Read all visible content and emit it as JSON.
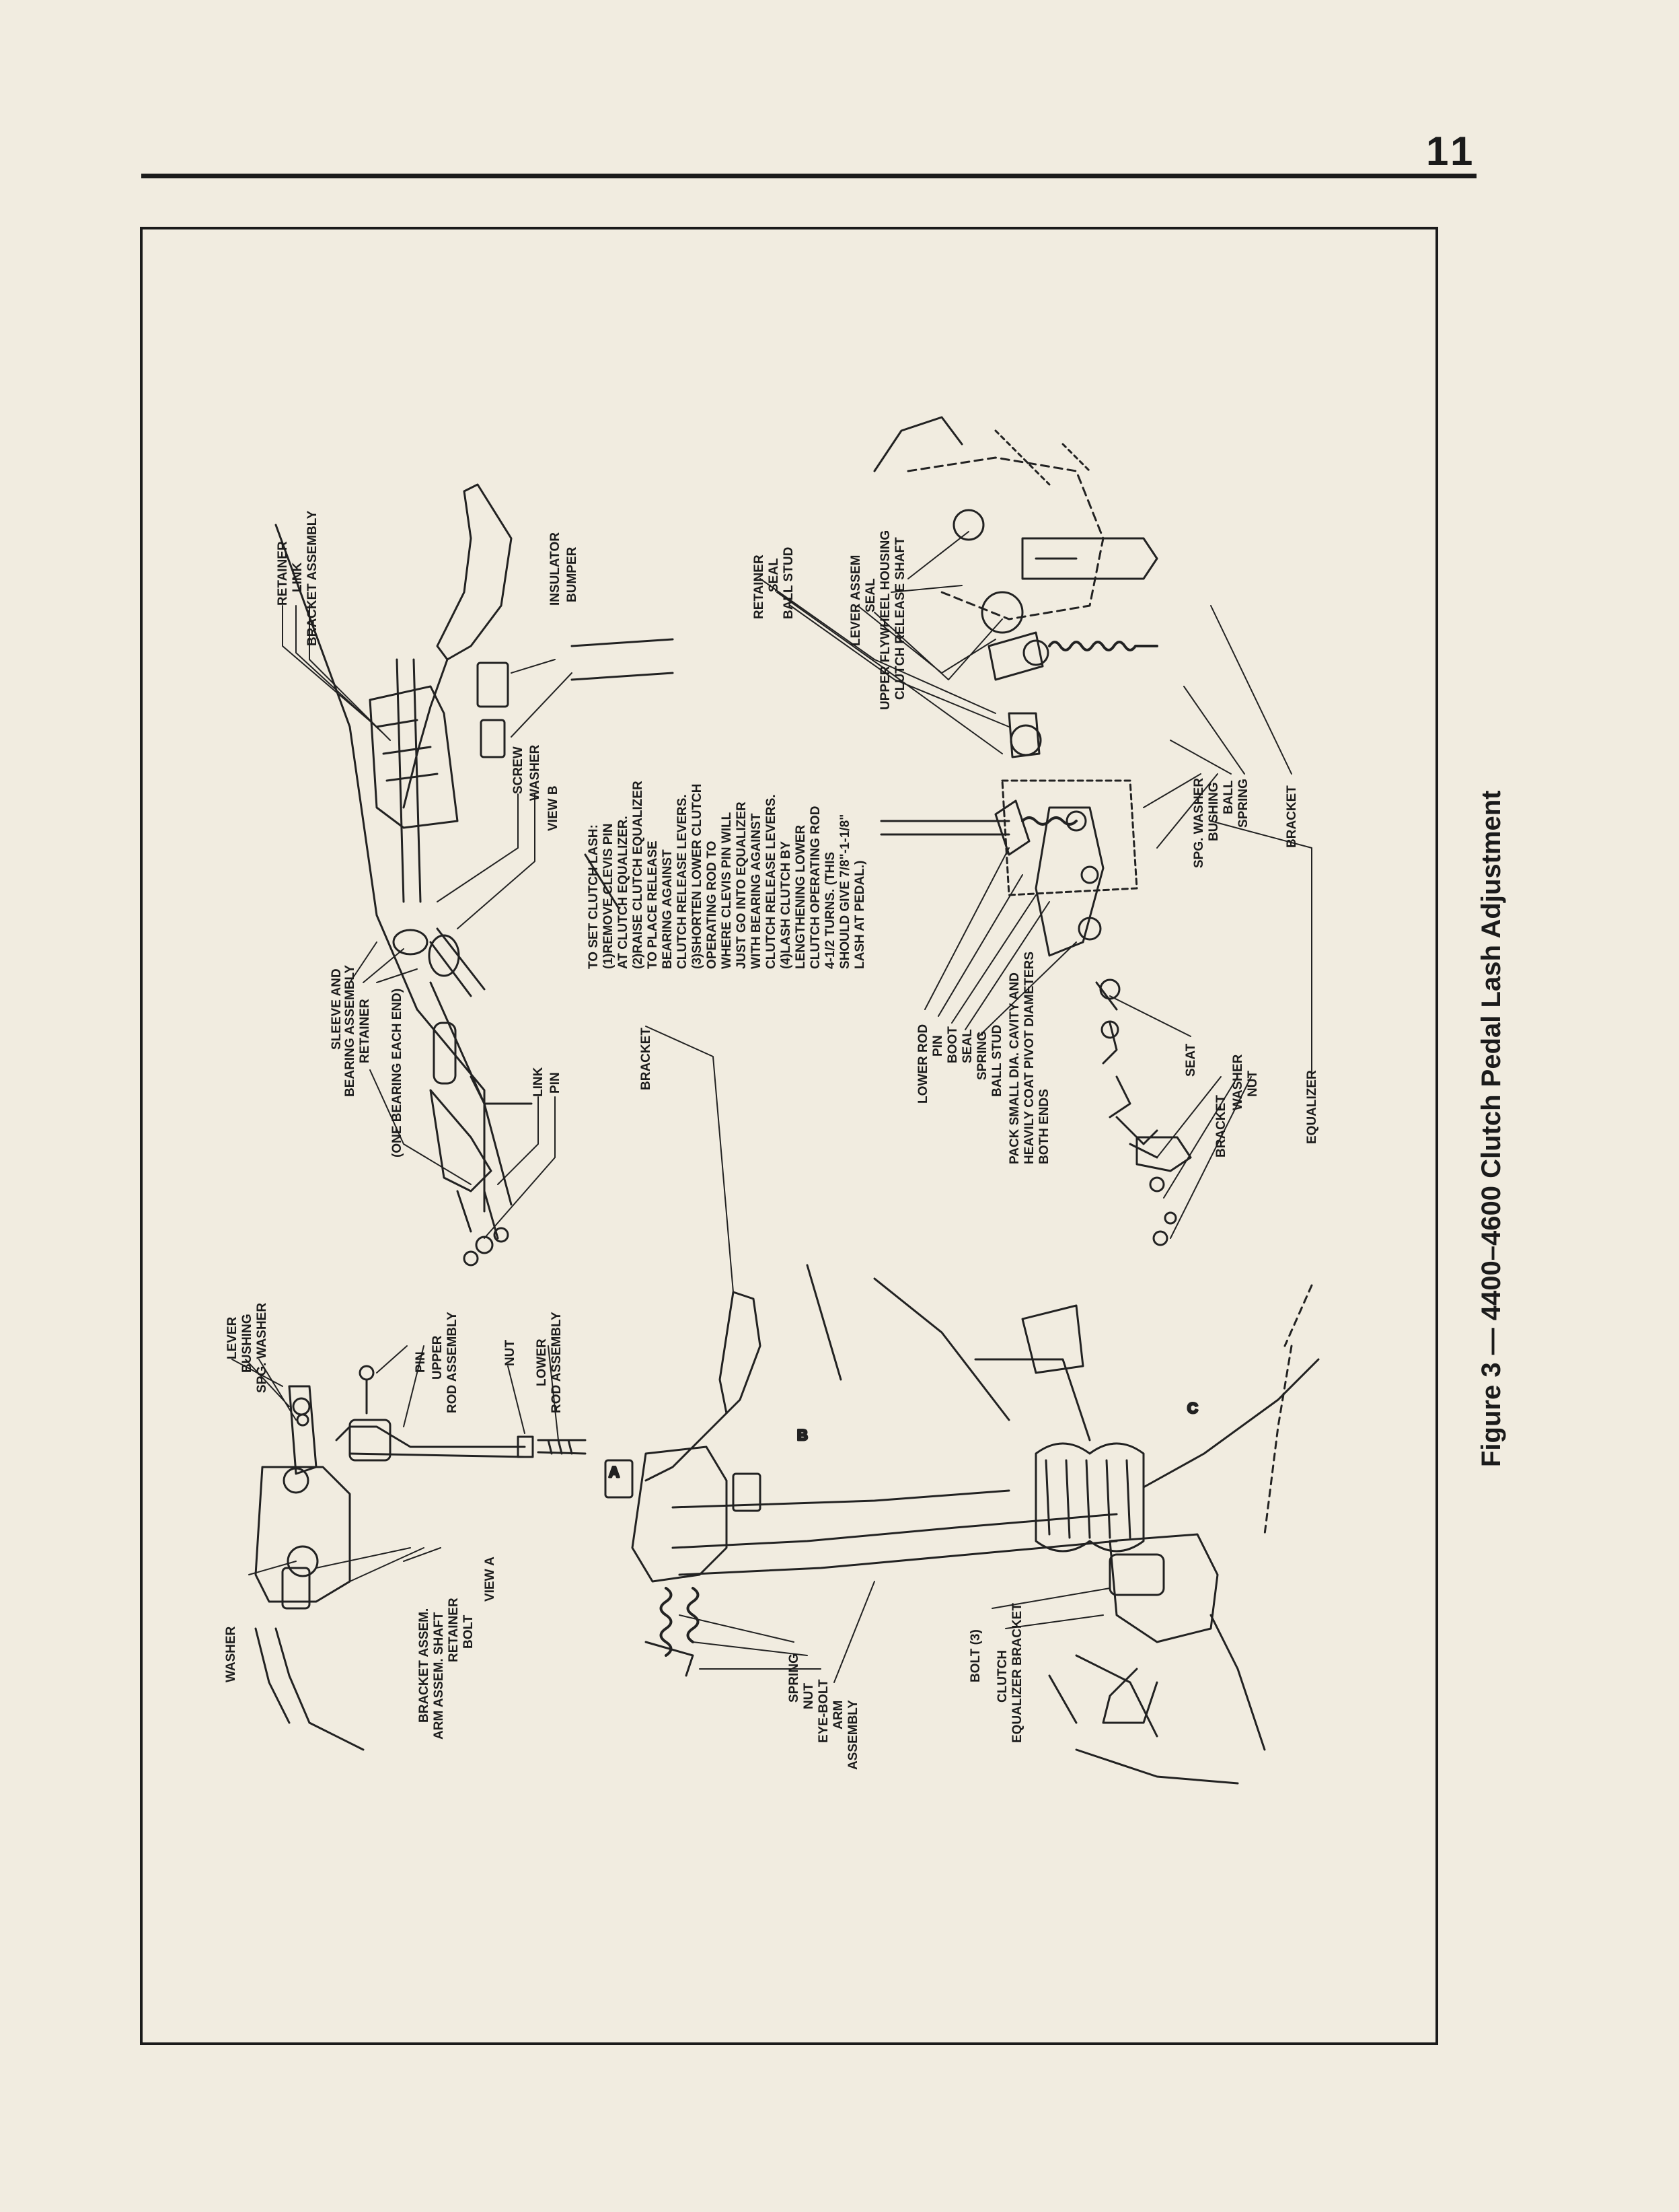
{
  "page_number": "11",
  "caption": "Figure 3 — 4400–4600 Clutch Pedal Lash Adjustment",
  "instructions": "TO SET CLUTCH LASH:\n(1)REMOVE CLEVIS PIN\nAT CLUTCH EQUALIZER.\n(2)RAISE CLUTCH EQUALIZER\nTO PLACE RELEASE\nBEARING AGAINST\nCLUTCH RELEASE LEVERS.\n(3)SHORTEN LOWER CLUTCH\nOPERATING ROD TO\nWHERE CLEVIS PIN WILL\nJUST GO INTO EQUALIZER\nWITH BEARING AGAINST\nCLUTCH RELEASE LEVERS.\n(4)LASH CLUTCH BY\nLENGTHENING LOWER\nCLUTCH OPERATING ROD\n4-1/2 TURNS. (THIS\nSHOULD GIVE 7/8\"-1-1/8\"\nLASH AT PEDAL.)",
  "pack_note": "PACK SMALL DIA. CAVITY AND\nHEAVILY COAT PIVOT DIAMETERS\nBOTH ENDS",
  "view_labels": {
    "view_a": "VIEW A",
    "view_b": "VIEW B"
  },
  "point_letters": {
    "a": "A",
    "b": "B",
    "c": "C"
  },
  "view_b_labels": {
    "retainer": "RETAINER",
    "link": "LINK",
    "bracket_assembly": "BRACKET ASSEMBLY",
    "insulator": "INSULATOR",
    "bumper": "BUMPER",
    "screw": "SCREW",
    "washer": "WASHER",
    "sleeve_and": "SLEEVE AND",
    "bearing_assembly": "BEARING ASSEMBLY",
    "retainer2": "RETAINER",
    "one_bearing": "(ONE BEARING EACH END)",
    "link2": "LINK",
    "pin": "PIN"
  },
  "view_a_labels": {
    "lever": "LEVER",
    "bushing": "BUSHING",
    "spg_washer": "SPG. WASHER",
    "pin": "PIN",
    "upper": "UPPER",
    "rod_assembly": "ROD ASSEMBLY",
    "nut": "NUT",
    "lower": "LOWER",
    "rod_assembly2": "ROD ASSEMBLY",
    "washer": "WASHER",
    "bracket_assem": "BRACKET ASSEM.",
    "arm_assem_shaft": "ARM ASSEM. SHAFT",
    "retainer": "RETAINER",
    "bolt": "BOLT"
  },
  "main_labels": {
    "bracket": "BRACKET",
    "spring": "SPRING",
    "nut": "NUT",
    "eye_bolt": "EYE-BOLT",
    "arm": "ARM",
    "assembly": "ASSEMBLY",
    "bolt_3": "BOLT (3)",
    "clutch": "CLUTCH",
    "equalizer_bracket": "EQUALIZER BRACKET"
  },
  "right_labels": {
    "retainer": "RETAINER",
    "seal": "SEAL",
    "ball_stud": "BALL STUD",
    "lever_assem": "LEVER ASSEM",
    "seal2": "SEAL",
    "upper_flywheel_housing": "UPPER FLYWHEEL HOUSING",
    "clutch_release_shaft": "CLUTCH RELEASE SHAFT",
    "spg_washer": "SPG. WASHER",
    "bushing": "BUSHING",
    "ball": "BALL",
    "spring": "SPRING",
    "bracket": "BRACKET",
    "lower_rod": "LOWER ROD",
    "pin": "PIN",
    "boot": "BOOT",
    "seal3": "SEAL",
    "spring2": "SPRING",
    "ball_stud2": "BALL STUD",
    "seat": "SEAT",
    "bracket2": "BRACKET",
    "washer": "WASHER",
    "nut": "NUT",
    "equalizer": "EQUALIZER"
  }
}
